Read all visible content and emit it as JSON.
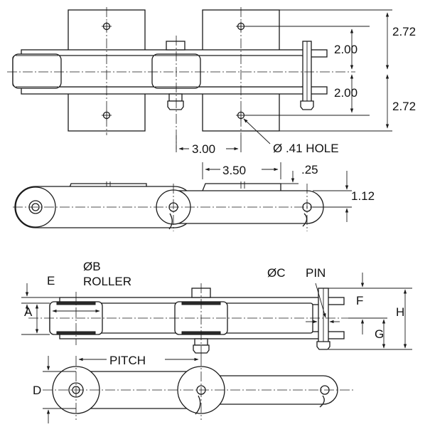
{
  "colors": {
    "ink": "#1a1a1a",
    "background": "#ffffff"
  },
  "dimensions": {
    "attachment_height_top": "2.72",
    "attachment_height_bottom": "2.72",
    "hole_offset_top": "2.00",
    "hole_offset_bottom": "2.00",
    "hole_spacing": "3.00",
    "hole_label": "Ø .41 HOLE",
    "attachment_width": "3.50",
    "attachment_thickness": ".25",
    "attachment_height": "1.12"
  },
  "labels": {
    "e": "E",
    "roller_diameter": "ØB",
    "roller": "ROLLER",
    "a": "A",
    "pin_diameter": "ØC",
    "pin": "PIN",
    "f": "F",
    "h": "H",
    "g": "G",
    "pitch": "PITCH",
    "d": "D"
  }
}
